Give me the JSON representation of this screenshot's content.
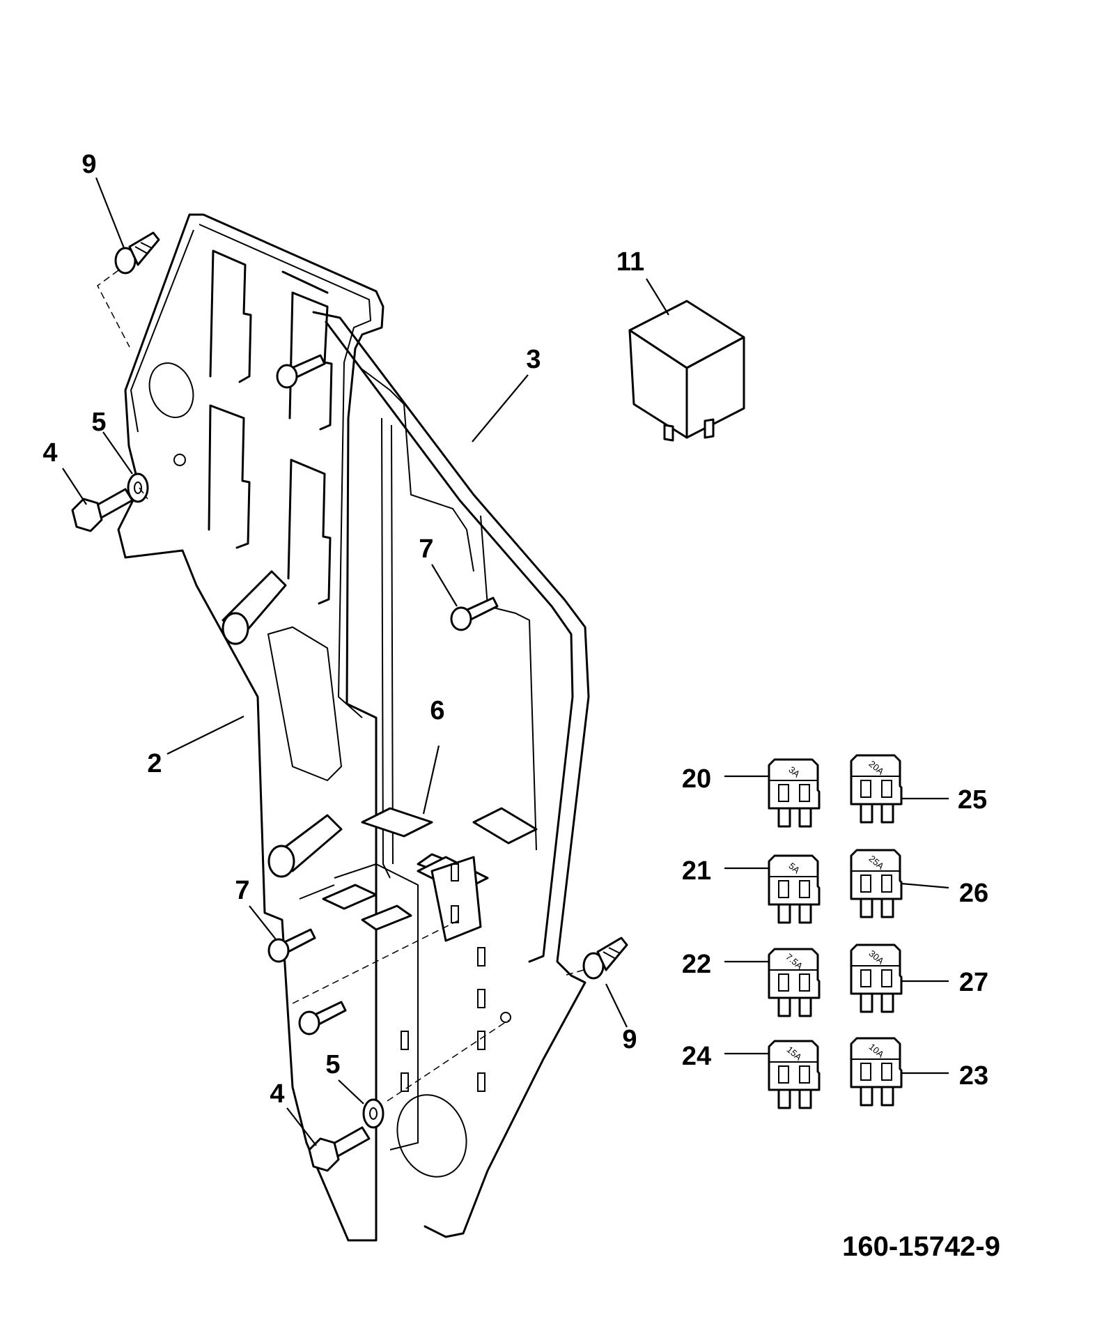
{
  "callouts": {
    "c9a": "9",
    "c11": "11",
    "c3": "3",
    "c5a": "5",
    "c4a": "4",
    "c7a": "7",
    "c6": "6",
    "c2": "2",
    "c7b": "7",
    "c9b": "9",
    "c5b": "5",
    "c4b": "4",
    "c20": "20",
    "c21": "21",
    "c22": "22",
    "c24": "24",
    "c25": "25",
    "c26": "26",
    "c27": "27",
    "c23": "23"
  },
  "fuses": {
    "f20": "3A",
    "f21": "5A",
    "f22": "7.5A",
    "f24": "15A",
    "f25": "20A",
    "f26": "25A",
    "f27": "30A",
    "f23": "10A"
  },
  "drawing_number": "160-15742-9"
}
